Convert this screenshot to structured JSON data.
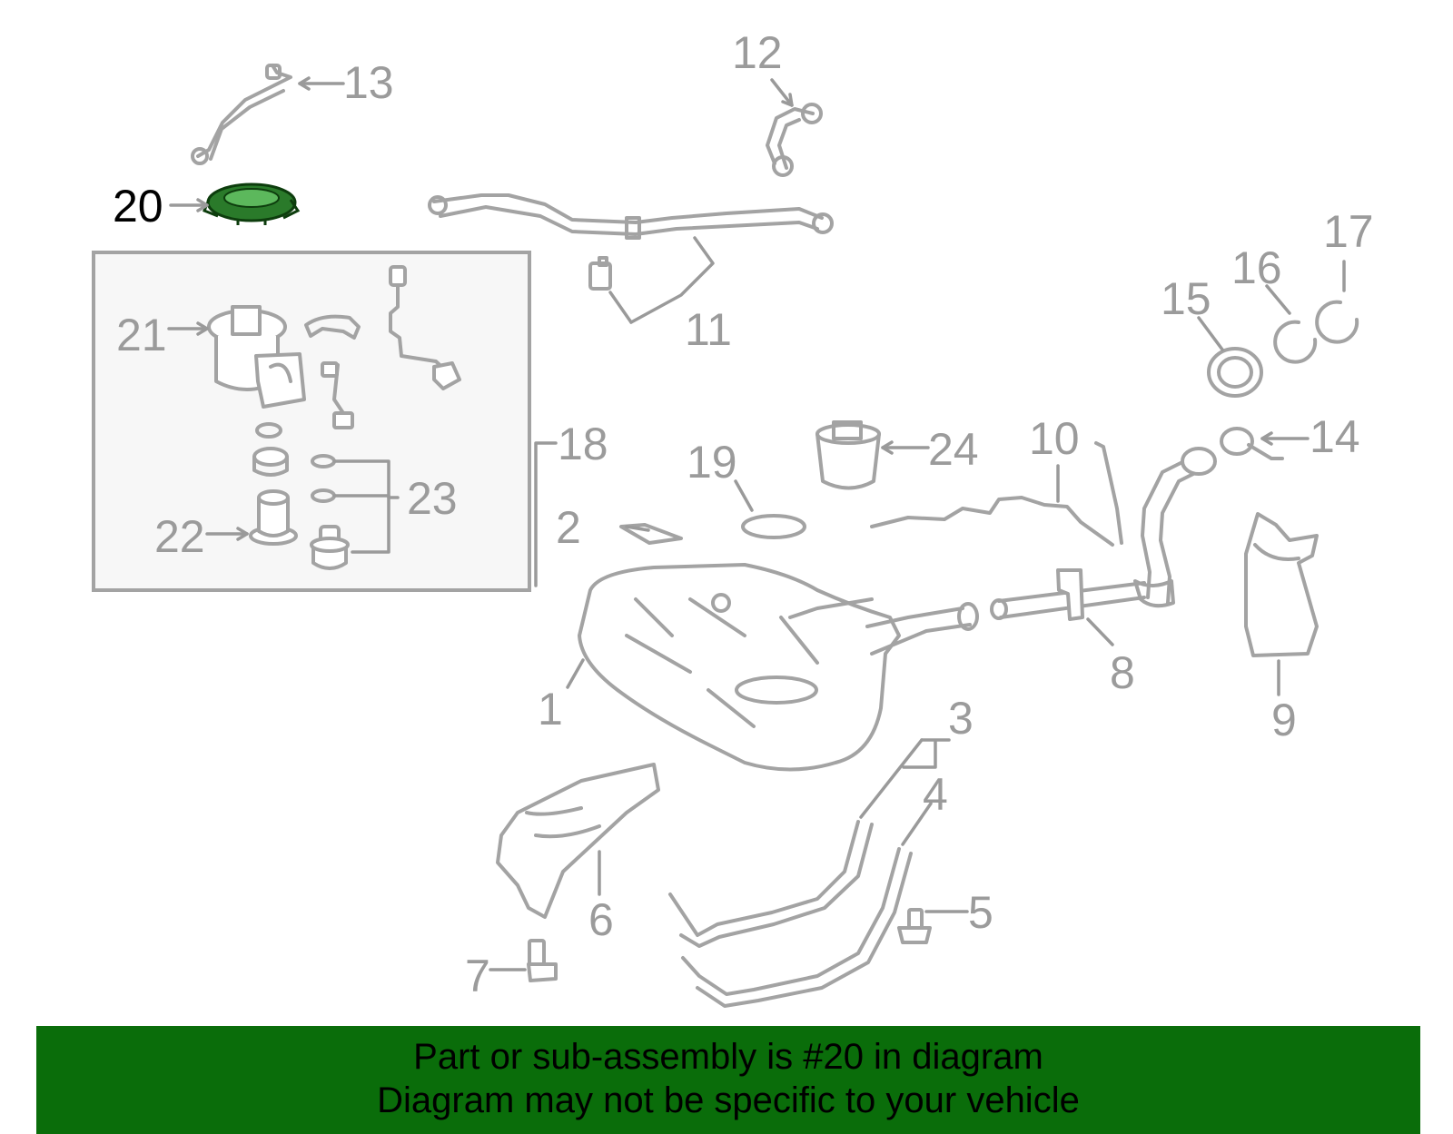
{
  "callouts": [
    {
      "id": "1",
      "text": "1"
    },
    {
      "id": "2",
      "text": "2"
    },
    {
      "id": "3",
      "text": "3"
    },
    {
      "id": "4",
      "text": "4"
    },
    {
      "id": "5",
      "text": "5"
    },
    {
      "id": "6",
      "text": "6"
    },
    {
      "id": "7",
      "text": "7"
    },
    {
      "id": "8",
      "text": "8"
    },
    {
      "id": "9",
      "text": "9"
    },
    {
      "id": "10",
      "text": "10"
    },
    {
      "id": "11",
      "text": "11"
    },
    {
      "id": "12",
      "text": "12"
    },
    {
      "id": "13",
      "text": "13"
    },
    {
      "id": "14",
      "text": "14"
    },
    {
      "id": "15",
      "text": "15"
    },
    {
      "id": "16",
      "text": "16"
    },
    {
      "id": "17",
      "text": "17"
    },
    {
      "id": "18",
      "text": "18"
    },
    {
      "id": "19",
      "text": "19"
    },
    {
      "id": "20",
      "text": "20"
    },
    {
      "id": "21",
      "text": "21"
    },
    {
      "id": "22",
      "text": "22"
    },
    {
      "id": "23",
      "text": "23"
    },
    {
      "id": "24",
      "text": "24"
    }
  ],
  "highlighted_part": "20",
  "colors": {
    "highlight_fill": "#2a7a2a",
    "banner_background": "#0a6d0a",
    "part_stroke": "#a3a3a3",
    "label_text": "#9b9b9b"
  },
  "banner": {
    "line1": "Part or sub-assembly is #20 in diagram",
    "line2": "Diagram may not be specific to your vehicle"
  }
}
